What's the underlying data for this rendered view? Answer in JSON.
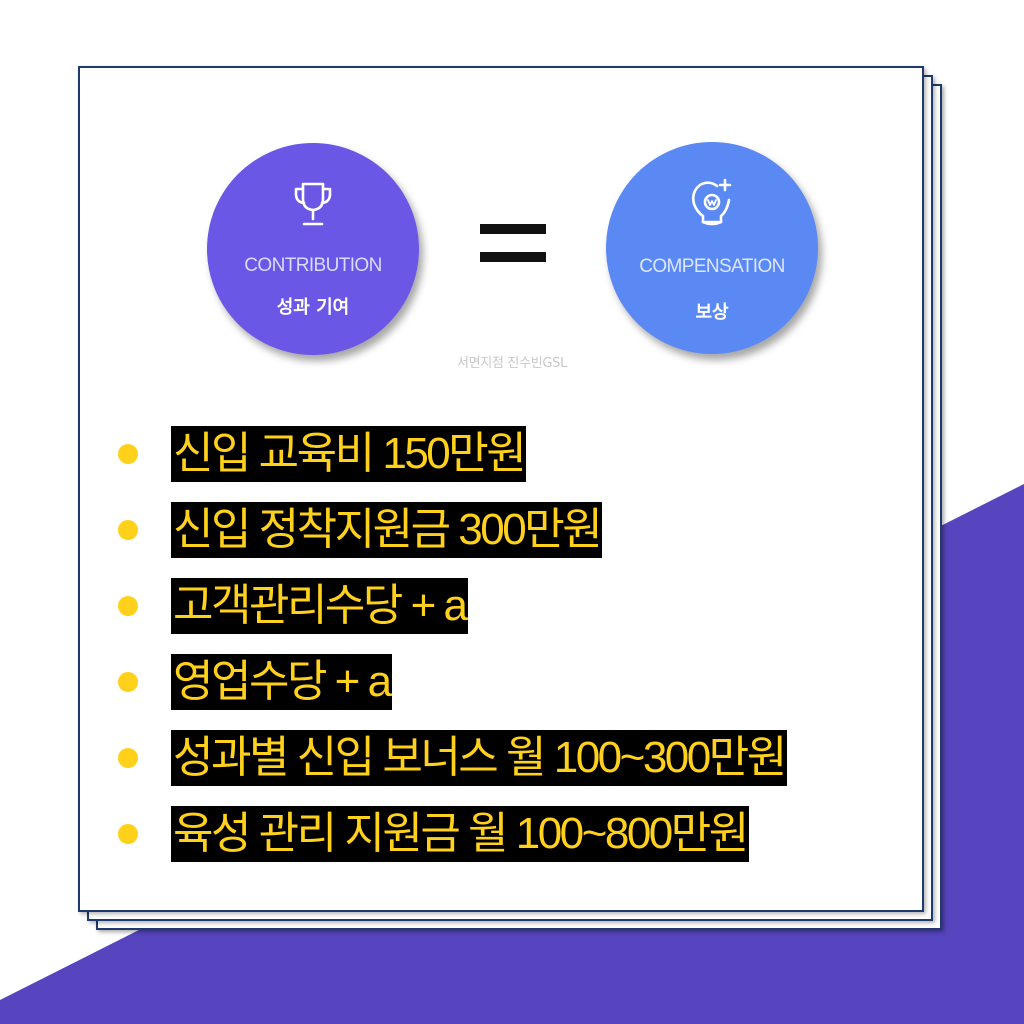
{
  "colors": {
    "accent_purple": "#5645be",
    "circle_left": "#6a57e6",
    "circle_right": "#5b89f4",
    "highlight_text": "#ffd11a",
    "highlight_bg": "#000000",
    "border": "#1e3a6e"
  },
  "contribution": {
    "icon": "trophy-icon",
    "label_en": "CONTRIBUTION",
    "label_ko": "성과 기여"
  },
  "compensation": {
    "icon": "reward-badge-icon",
    "label_en": "COMPENSATION",
    "label_ko": "보상"
  },
  "watermark": "서면지점 진수빈GSL",
  "benefits": [
    "신입 교육비 150만원",
    "신입 정착지원금 300만원",
    "고객관리수당 + a",
    "영업수당 + a",
    "성과별 신입 보너스 월 100~300만원",
    "육성 관리 지원금 월 100~800만원"
  ]
}
